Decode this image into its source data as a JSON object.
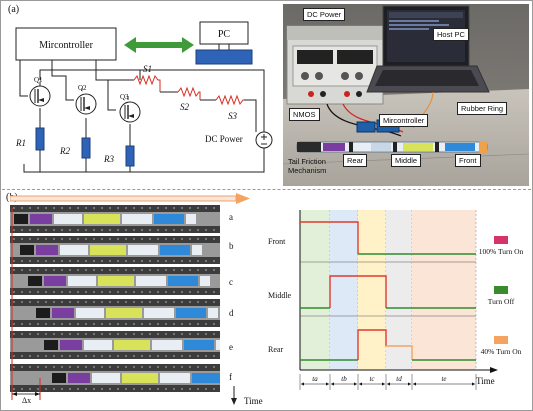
{
  "panel_a": {
    "label": "(a)",
    "circuit": {
      "controller": "Mircontroller",
      "pc": "PC",
      "transistors": [
        "Q1",
        "Q2",
        "Q3"
      ],
      "resistors": [
        "R1",
        "R2",
        "R3"
      ],
      "switches": [
        "S1",
        "S2",
        "S3"
      ],
      "power": "DC Power"
    },
    "photo_labels": {
      "dc_power": "DC Power",
      "host_pc": "Host PC",
      "nmos": "NMOS",
      "controller": "Mircontroller",
      "rubber_ring": "Rubber Ring",
      "tail": "Tail Friction\nMechanism",
      "rear": "Rear",
      "middle": "Middle",
      "front": "Front"
    }
  },
  "panel_b": {
    "label": "(b)",
    "rows": [
      "a",
      "b",
      "c",
      "d",
      "e",
      "f"
    ],
    "time_label": "Time",
    "delta_label": "Δx",
    "timing": {
      "signals": [
        "Front",
        "Middle",
        "Rear"
      ],
      "phases": [
        "ta",
        "tb",
        "tc",
        "td",
        "te"
      ],
      "time_label": "Time",
      "legend": [
        {
          "label": "100% Turn On",
          "color": "#d6336c"
        },
        {
          "label": "Turn Off",
          "color": "#3a8a2e"
        },
        {
          "label": "40% Turn On",
          "color": "#f4a460"
        }
      ],
      "phase_colors": [
        "#e2f0d9",
        "#dde9f7",
        "#fff2c9",
        "#ececec",
        "#fbe5d6"
      ],
      "wave_color": "#e03a2f",
      "off_color": "#2e8b2e"
    }
  }
}
